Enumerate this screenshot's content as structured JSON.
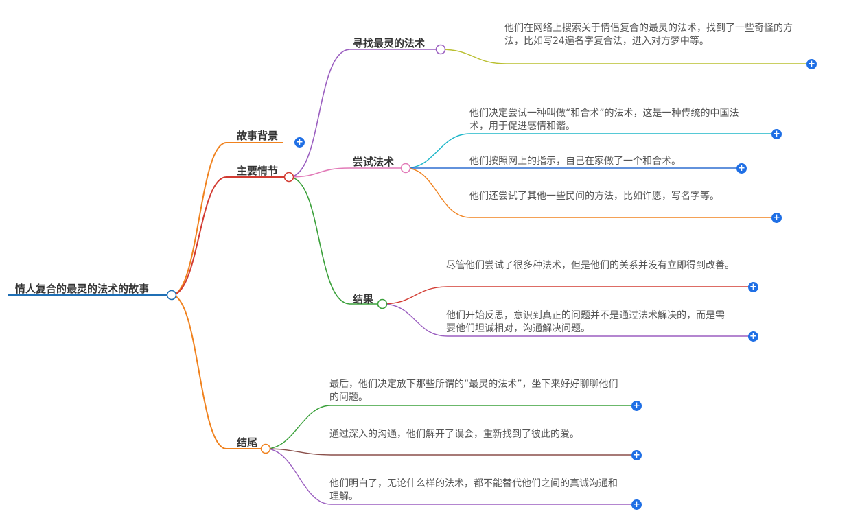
{
  "root": {
    "label": "情人复合的最灵的法术的故事"
  },
  "branches": {
    "background": {
      "label": "故事背景"
    },
    "plot": {
      "label": "主要情节",
      "search": {
        "label": "寻找最灵的法术",
        "leaves": [
          "他们在网络上搜索关于情侣复合的最灵的法术，找到了一些奇怪的方法，比如写24遍名字复合法，进入对方梦中等。"
        ]
      },
      "try": {
        "label": "尝试法术",
        "leaves": [
          "他们决定尝试一种叫做“和合术”的法术，这是一种传统的中国法术，用于促进感情和谐。",
          "他们按照网上的指示，自己在家做了一个和合术。",
          "他们还尝试了其他一些民间的方法，比如许愿，写名字等。"
        ]
      },
      "result": {
        "label": "结果",
        "leaves": [
          "尽管他们尝试了很多种法术，但是他们的关系并没有立即得到改善。",
          "他们开始反思，意识到真正的问题并不是通过法术解决的，而是需要他们坦诚相对，沟通解决问题。"
        ]
      }
    },
    "ending": {
      "label": "结尾",
      "leaves": [
        "最后，他们决定放下那些所谓的“最灵的法术”，坐下来好好聊聊他们的问题。",
        "通过深入的沟通，他们解开了误会，重新找到了彼此的爱。",
        "他们明白了，无论什么样的法术，都不能替代他们之间的真诚沟通和理解。"
      ]
    }
  },
  "icons": {
    "expand": "+"
  },
  "colors": {
    "root": "#1f6fb5",
    "orange": "#f0821e",
    "red": "#d23b32",
    "purple": "#9b5fc0",
    "pink": "#e27bb8",
    "green": "#3aa03a",
    "olive": "#b9bf2f",
    "cyan": "#1fb7c9",
    "blue": "#2f6fd0",
    "brown": "#8a4f4a",
    "plus": "#1f6fe5"
  }
}
